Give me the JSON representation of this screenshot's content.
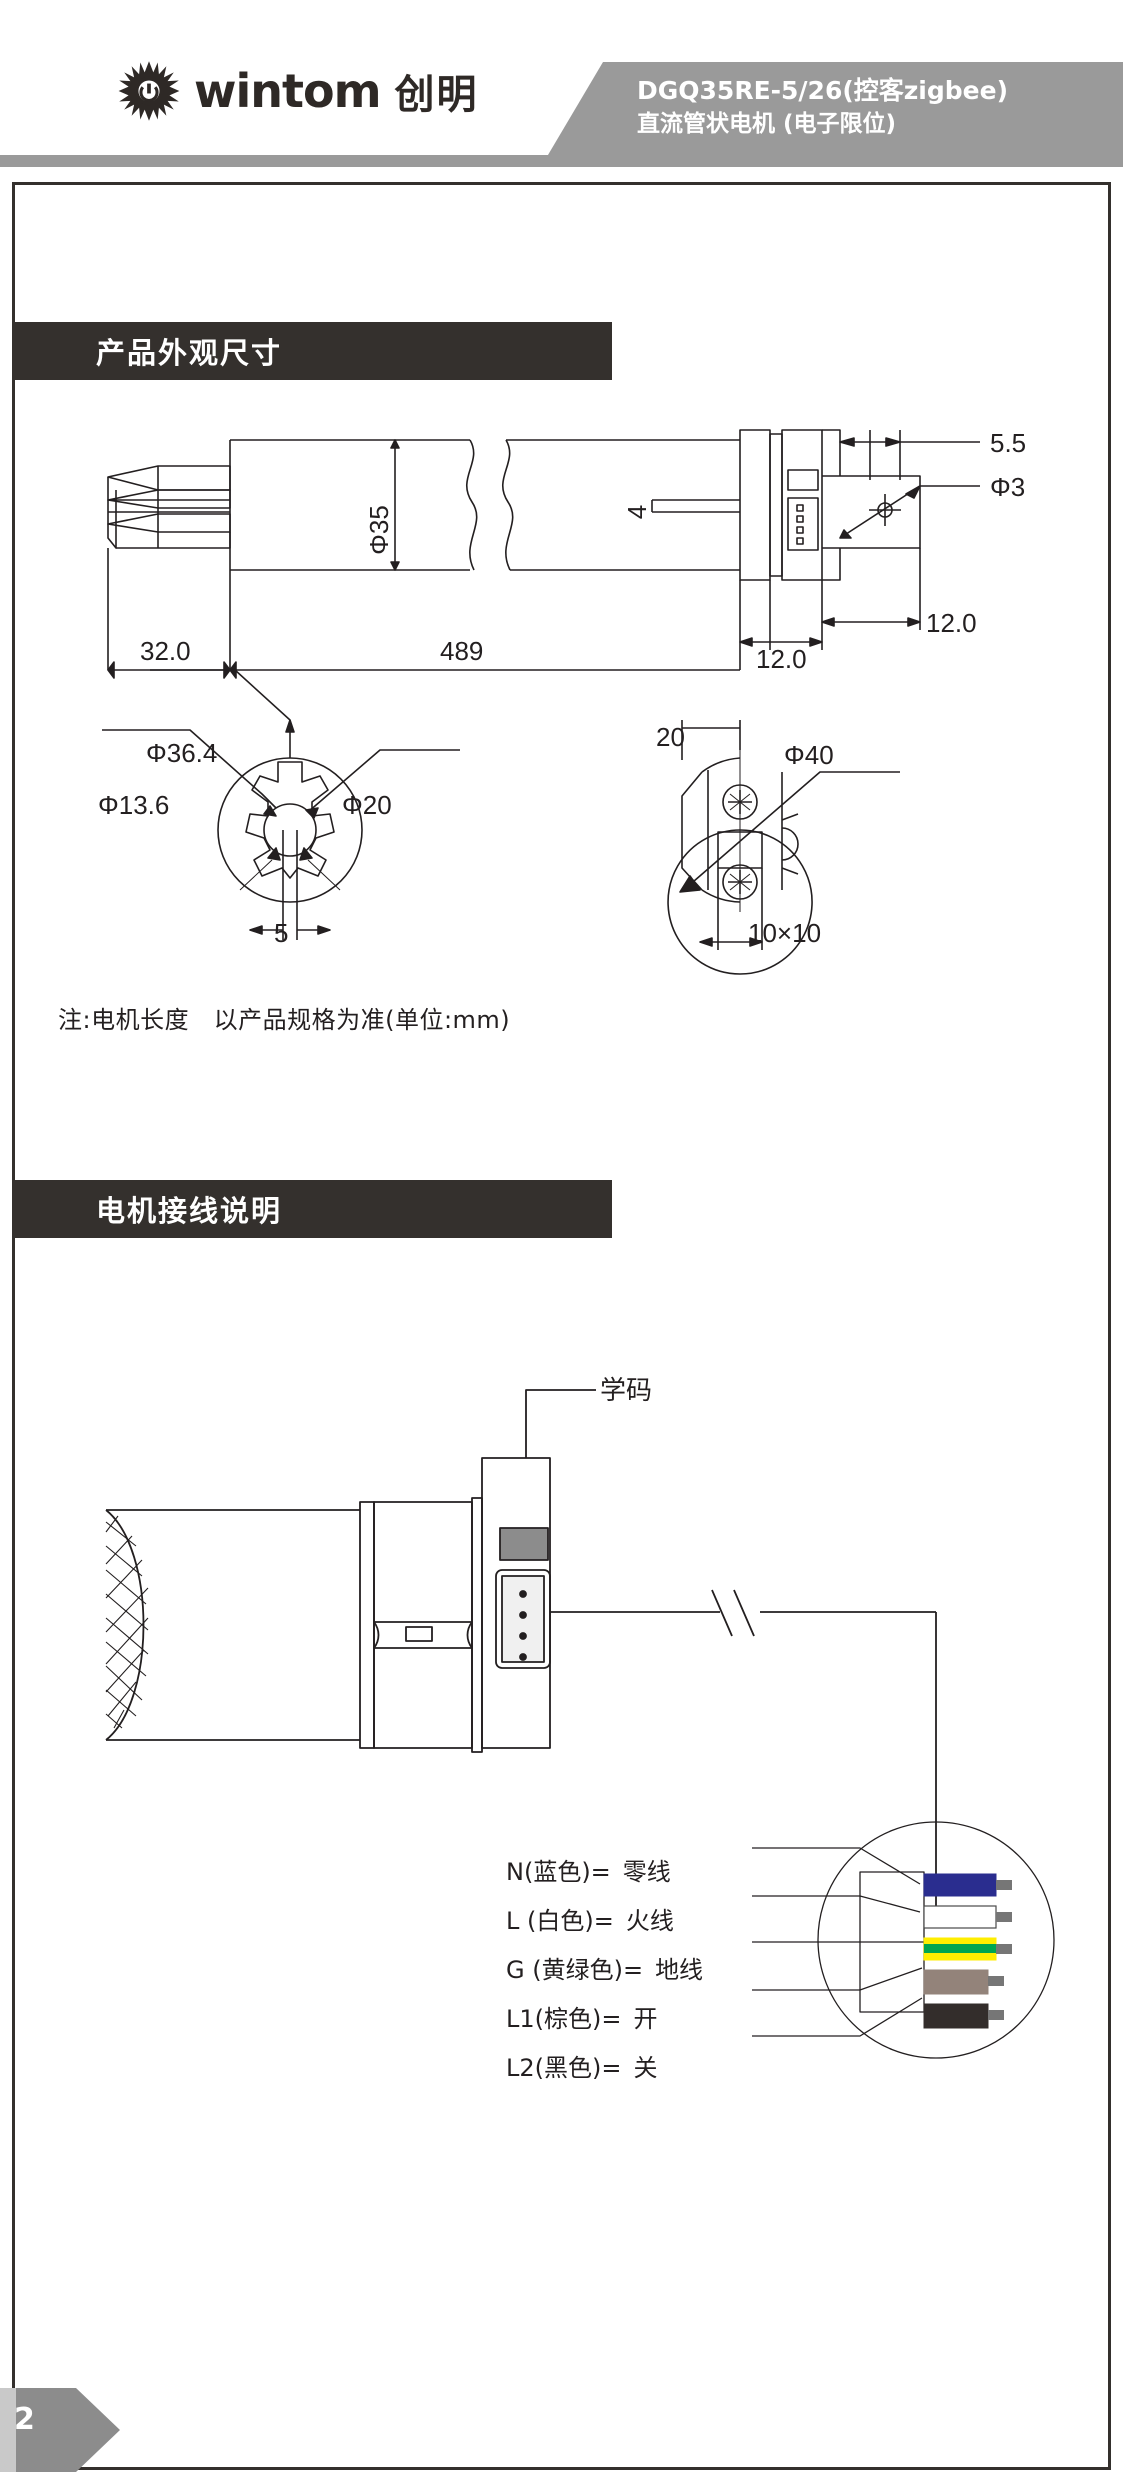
{
  "header": {
    "brand_latin": "wintom",
    "brand_cn": "创明",
    "logo_icon": "sun-icon",
    "title_line1": "DGQ35RE-5/26(控客zigbee)",
    "title_line2": "直流管状电机 (电子限位)",
    "banner_color": "#9a9a9a"
  },
  "sections": {
    "s1_title": "产品外观尺寸",
    "s2_title": "电机接线说明",
    "title_bg": "#34302d"
  },
  "dimension_drawing": {
    "note": "注:电机长度　以产品规格为准(单位:mm)",
    "side_view": {
      "cable_length": "32.0",
      "body_diameter": "Φ35",
      "body_length": "489",
      "head_offset": "5.5",
      "hole_dia": "Φ3",
      "shaft_width": "4",
      "seg_a": "12.0",
      "seg_b": "12.0"
    },
    "left_section": {
      "outer_dia": "Φ36.4",
      "inner_dia": "Φ13.6",
      "mid_dia": "Φ20",
      "key_width": "5"
    },
    "right_section": {
      "flat_width": "20",
      "outer_dia": "Φ40",
      "square": "10×10"
    }
  },
  "wiring": {
    "learn_label": "学码",
    "legend": [
      {
        "code": "N(蓝色)=",
        "func": "零线",
        "color": "#2a2d8f",
        "name": "blue-wire"
      },
      {
        "code": "L (白色)=",
        "func": "火线",
        "color": "#ffffff",
        "name": "white-wire"
      },
      {
        "code": "G (黄绿色)=",
        "func": "地线",
        "color": "#ffee00",
        "stripe": "#00a650",
        "name": "yellow-green-wire"
      },
      {
        "code": "L1(棕色)=",
        "func": "开",
        "color": "#93837a",
        "name": "brown-wire"
      },
      {
        "code": "L2(黑色)=",
        "func": "关",
        "color": "#332d2b",
        "name": "black-wire"
      }
    ]
  },
  "footer": {
    "page_number": "2",
    "chevron_color": "#8c8c8c",
    "chevron_back": "#c9c9c9"
  }
}
